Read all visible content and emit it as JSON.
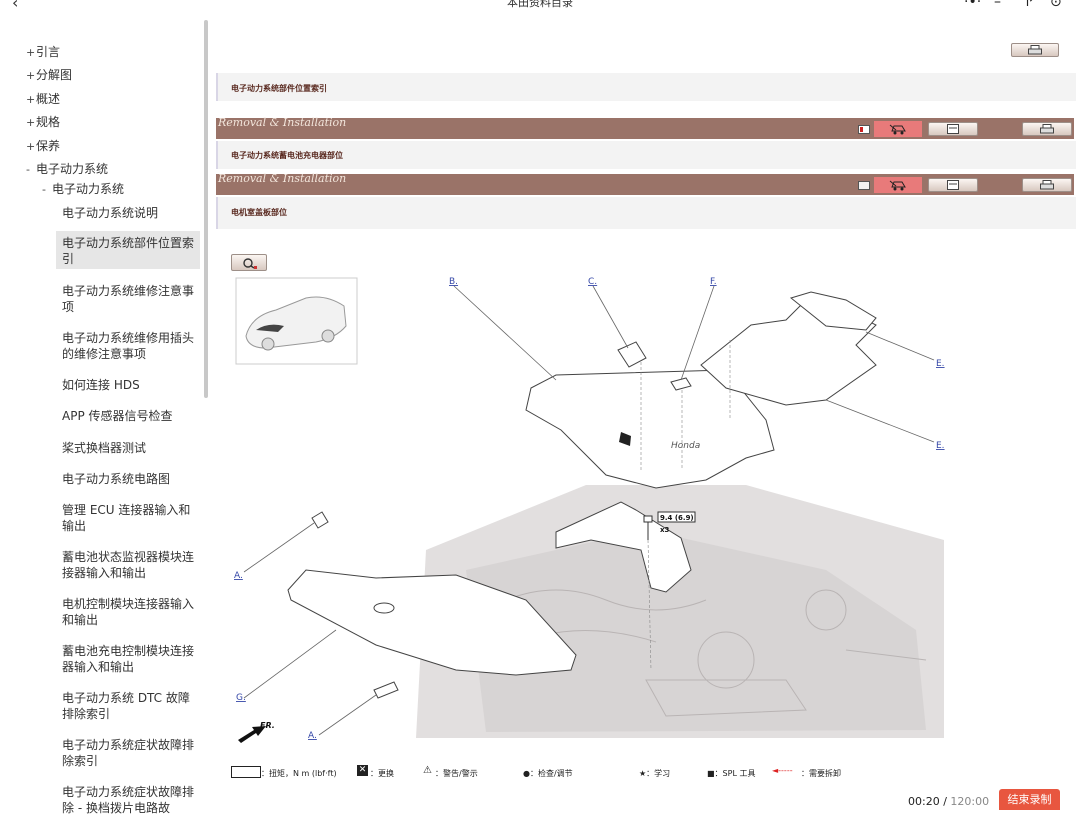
{
  "app": {
    "title": "本田资料目录"
  },
  "sidebar": {
    "items": [
      {
        "sign": "+",
        "label": "引言"
      },
      {
        "sign": "+",
        "label": "分解图"
      },
      {
        "sign": "+",
        "label": "概述"
      },
      {
        "sign": "+",
        "label": "规格"
      },
      {
        "sign": "+",
        "label": "保养"
      },
      {
        "sign": "-",
        "label": "电子动力系统"
      }
    ],
    "sub": {
      "sign": "-",
      "label": "电子动力系统"
    },
    "leaves": [
      "电子动力系统说明",
      "电子动力系统部件位置索引",
      "电子动力系统维修注意事项",
      "电子动力系统维修用插头的维修注意事项",
      "如何连接 HDS",
      "APP 传感器信号检查",
      "桨式换档器测试",
      "电子动力系统电路图",
      "管理 ECU 连接器输入和输出",
      "蓄电池状态监视器模块连接器输入和输出",
      "电机控制模块连接器输入和输出",
      "蓄电池充电控制模块连接器输入和输出",
      "电子动力系统 DTC 故障排除索引",
      "电子动力系统症状故障排除索引",
      "电子动力系统症状故障排除 - 换档拨片电路故"
    ],
    "selected_index": 1
  },
  "main": {
    "sections": [
      {
        "title": "电子动力系统部件位置索引"
      },
      {
        "title": "电子动力系统蓄电池充电器部位"
      },
      {
        "title": "电机室盖板部位"
      }
    ],
    "band_label": "Removal & Installation",
    "diagram": {
      "torque": "9.4 (6.9)",
      "qty": "x3",
      "callouts": [
        "A.",
        "B.",
        "C.",
        "F.",
        "E.",
        "E.",
        "G.",
        "A."
      ],
      "brand_mark": "Honda",
      "fr_mark": "FR."
    },
    "legend": {
      "torque": "：扭矩，N m (lbf·ft)",
      "replace": "：更换",
      "warning": "：警告/警示",
      "inspect": "●：检查/调节",
      "learn": "★：学习",
      "spl": "■：SPL 工具",
      "remove": "：需要拆卸"
    }
  },
  "footer": {
    "elapsed": "00:20",
    "total": "120:00",
    "sep": " / ",
    "end_label": "结束录制"
  },
  "colors": {
    "band": "#9a7368",
    "accent_red": "#e8563f",
    "selected_bg": "#e6e6e6",
    "link": "#3648a8"
  }
}
